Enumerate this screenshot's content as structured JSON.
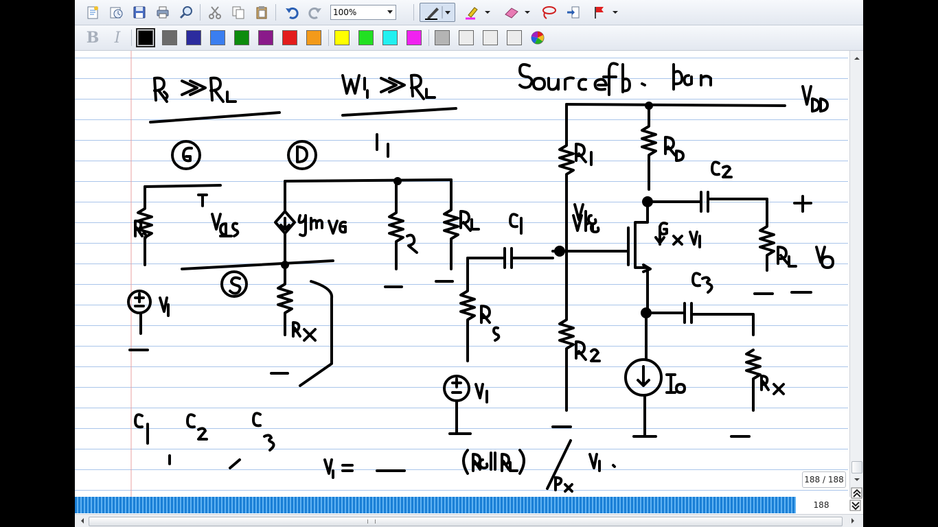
{
  "toolbar": {
    "zoom_value": "100%",
    "icons": [
      "new-page-icon",
      "insert-time-icon",
      "save-icon",
      "print-icon",
      "find-icon",
      "cut-icon",
      "copy-icon",
      "paste-icon",
      "undo-icon",
      "redo-icon",
      "pen-icon",
      "highlighter-icon",
      "eraser-icon",
      "lasso-icon",
      "insert-space-icon",
      "flag-icon",
      "bold-icon",
      "italic-icon",
      "color-picker-icon"
    ],
    "colors": [
      "#000000",
      "#6b6b6b",
      "#2b2b9e",
      "#3a7ef0",
      "#0d8c0d",
      "#8a1a8a",
      "#e31c1c",
      "#f39a1a",
      "#ffff00",
      "#22e022",
      "#22f0f0",
      "#f022f0",
      "#b4b4b4",
      "#ececec",
      "#ececec",
      "#ececec"
    ]
  },
  "status": {
    "page_indicator": "188 / 188",
    "page_number": "188"
  }
}
